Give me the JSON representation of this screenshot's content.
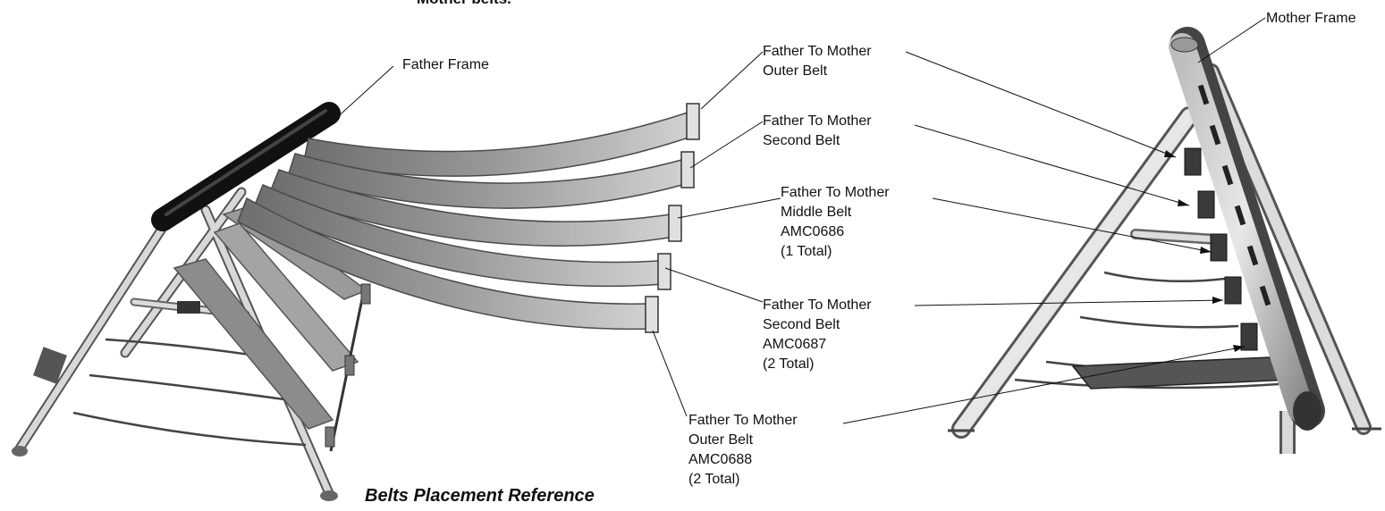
{
  "header_fragment": "Mother belts.",
  "caption": "Belts Placement Reference",
  "labels": {
    "mother_frame": "Mother Frame",
    "father_frame": "Father Frame",
    "outer_belt_top": [
      "Father To Mother",
      "Outer Belt"
    ],
    "second_belt_top": [
      "Father To Mother",
      "Second Belt"
    ],
    "middle_belt": [
      "Father To Mother",
      "Middle Belt",
      "AMC0686",
      "(1 Total)"
    ],
    "second_belt_part": [
      "Father To Mother",
      "Second Belt",
      "AMC0687",
      "(2 Total)"
    ],
    "outer_belt_part": [
      "Father To Mother",
      "Outer Belt",
      "AMC0688",
      "(2 Total)"
    ]
  }
}
